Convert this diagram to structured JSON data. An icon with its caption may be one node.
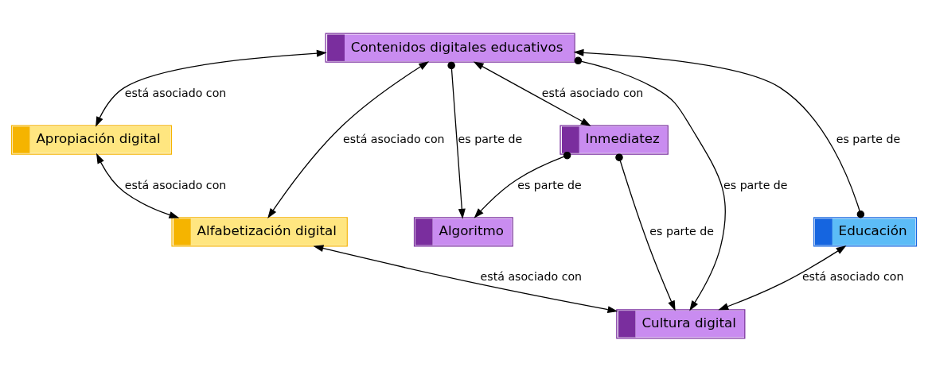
{
  "diagram": {
    "nodes": [
      {
        "text": [
          "Contenidos digitales educativos"
        ]
      },
      {
        "text": [
          "Apropiación digital"
        ]
      },
      {
        "text": [
          "Alfabetización digital"
        ]
      },
      {
        "text": [
          "Educación"
        ]
      },
      {
        "text": [
          "Algoritmo"
        ]
      },
      {
        "text": [
          "Inmediatez"
        ]
      },
      {
        "text": [
          "Cultura digital"
        ]
      }
    ],
    "edges": [
      {
        "from": 0,
        "to": 1,
        "arrow": "both",
        "label": "está asociado con"
      },
      {
        "from": 1,
        "to": 2,
        "arrow": "both",
        "label": "está asociado con"
      },
      {
        "from": 0,
        "to": 2,
        "arrow": "both",
        "label": "está asociado con"
      },
      {
        "from": 3,
        "to": 0,
        "arrow": "to",
        "label": "es parte de"
      },
      {
        "from": 0,
        "to": 6,
        "arrow": "to",
        "label": "es parte de"
      },
      {
        "from": 0,
        "to": 4,
        "arrow": "to",
        "label": "es parte de"
      },
      {
        "from": 0,
        "to": 5,
        "arrow": "both",
        "label": "está asociado con"
      },
      {
        "from": 5,
        "to": 4,
        "arrow": "to",
        "label": "es parte de"
      },
      {
        "from": 5,
        "to": 6,
        "arrow": "to",
        "label": "es parte de"
      },
      {
        "from": 2,
        "to": 6,
        "arrow": "both",
        "label": "está asociado con"
      },
      {
        "from": 3,
        "to": 6,
        "arrow": "both",
        "label": "está asociado con"
      }
    ]
  }
}
